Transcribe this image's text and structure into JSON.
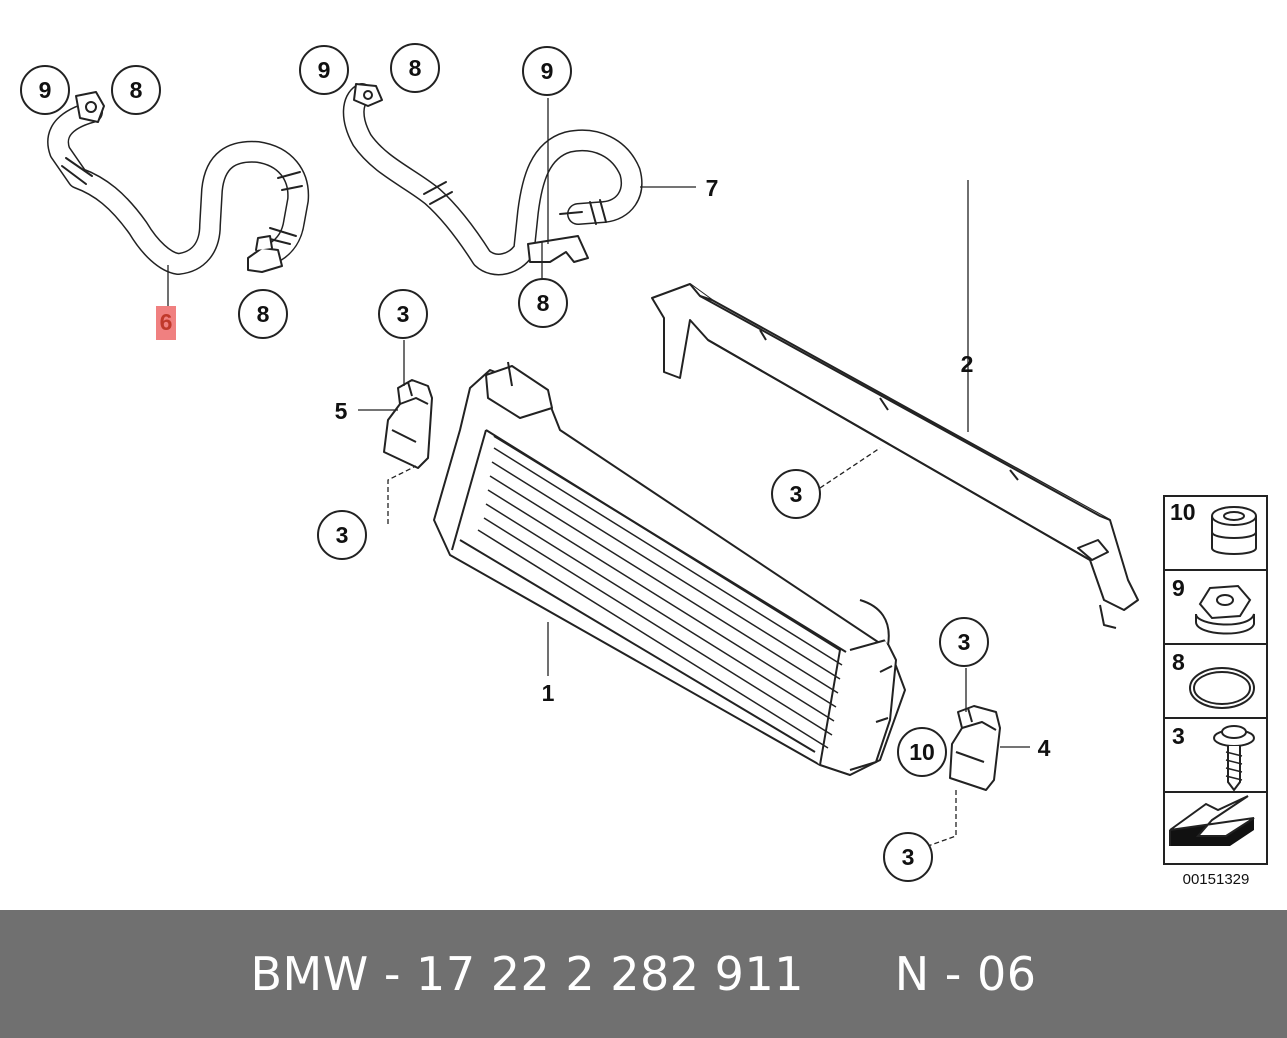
{
  "diagram": {
    "callouts": {
      "c1": "9",
      "c2": "8",
      "c3": "9",
      "c4": "8",
      "c5": "9",
      "c6": "8",
      "c7": "8",
      "c8": "3",
      "c9": "3",
      "c10": "3",
      "c11": "3",
      "c12": "10",
      "c13": "3"
    },
    "leaders": {
      "l1": "6",
      "l2": "7",
      "l3": "5",
      "l4": "2",
      "l5": "1",
      "l6": "4"
    },
    "legend": [
      {
        "number": "10",
        "icon": "rubber-grommet-icon"
      },
      {
        "number": "9",
        "icon": "hex-nut-icon"
      },
      {
        "number": "8",
        "icon": "o-ring-icon"
      },
      {
        "number": "3",
        "icon": "screw-icon"
      }
    ],
    "diagram_id": "00151329",
    "highlight_color": "#f08080"
  },
  "footer": {
    "text": "BMW - 17 22 2 282 911      N - 06"
  }
}
